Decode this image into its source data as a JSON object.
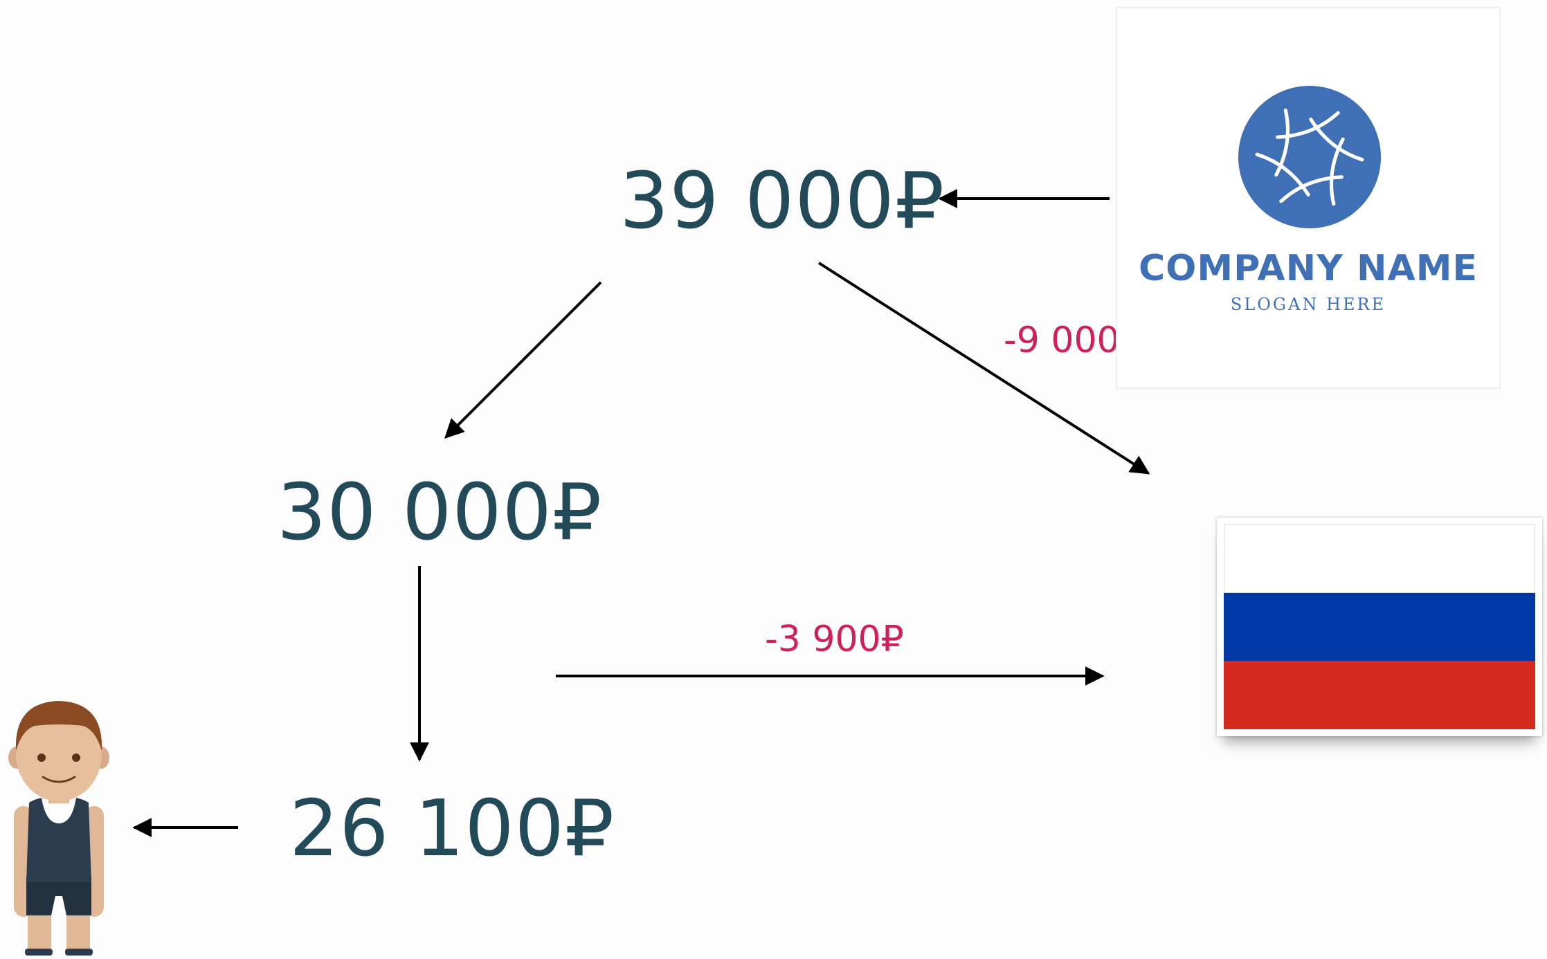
{
  "amounts": {
    "gross": "39 000₽",
    "salary": "30 000₽",
    "net": "26 100₽"
  },
  "deductions": {
    "employer_tax": "-9 000₽",
    "income_tax": "-3 900₽"
  },
  "company_logo": {
    "name": "COMPANY NAME",
    "slogan": "SLOGAN HERE",
    "color": "#3f6fb5",
    "icon": "aperture-icon"
  },
  "flag": {
    "icon": "russia-flag-icon",
    "colors": [
      "#ffffff",
      "#0039a6",
      "#d52b1e"
    ]
  },
  "person": {
    "icon": "employee-icon"
  },
  "colors": {
    "amount_text": "#234a58",
    "deduction_text": "#d0205a",
    "arrow": "#000000"
  }
}
